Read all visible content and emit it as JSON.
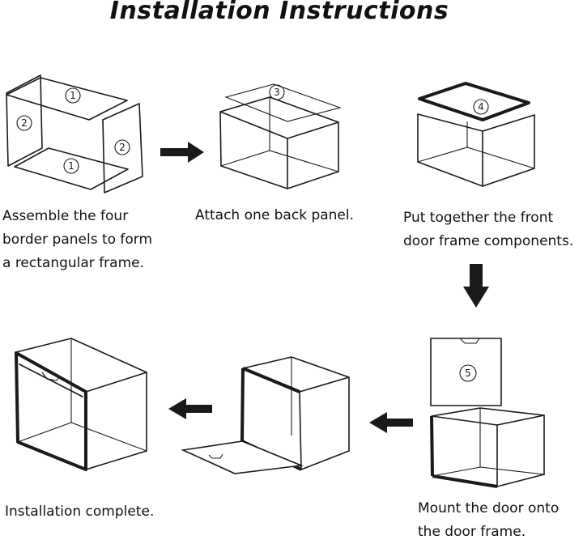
{
  "title": "Installation Instructions",
  "steps": [
    {
      "lines": [
        "Assemble the four",
        "border panels to form",
        "a rectangular frame."
      ],
      "labels": [
        "1",
        "2",
        "2",
        "1"
      ]
    },
    {
      "lines": [
        "Attach one back panel."
      ],
      "labels": [
        "3"
      ]
    },
    {
      "lines": [
        "Put together the front",
        "door frame components."
      ],
      "labels": [
        "4"
      ]
    },
    {
      "lines": [
        "Mount the door onto",
        "the door frame."
      ],
      "labels": [
        "5"
      ]
    },
    {
      "lines": []
    },
    {
      "lines": [
        "Installation complete."
      ]
    }
  ]
}
